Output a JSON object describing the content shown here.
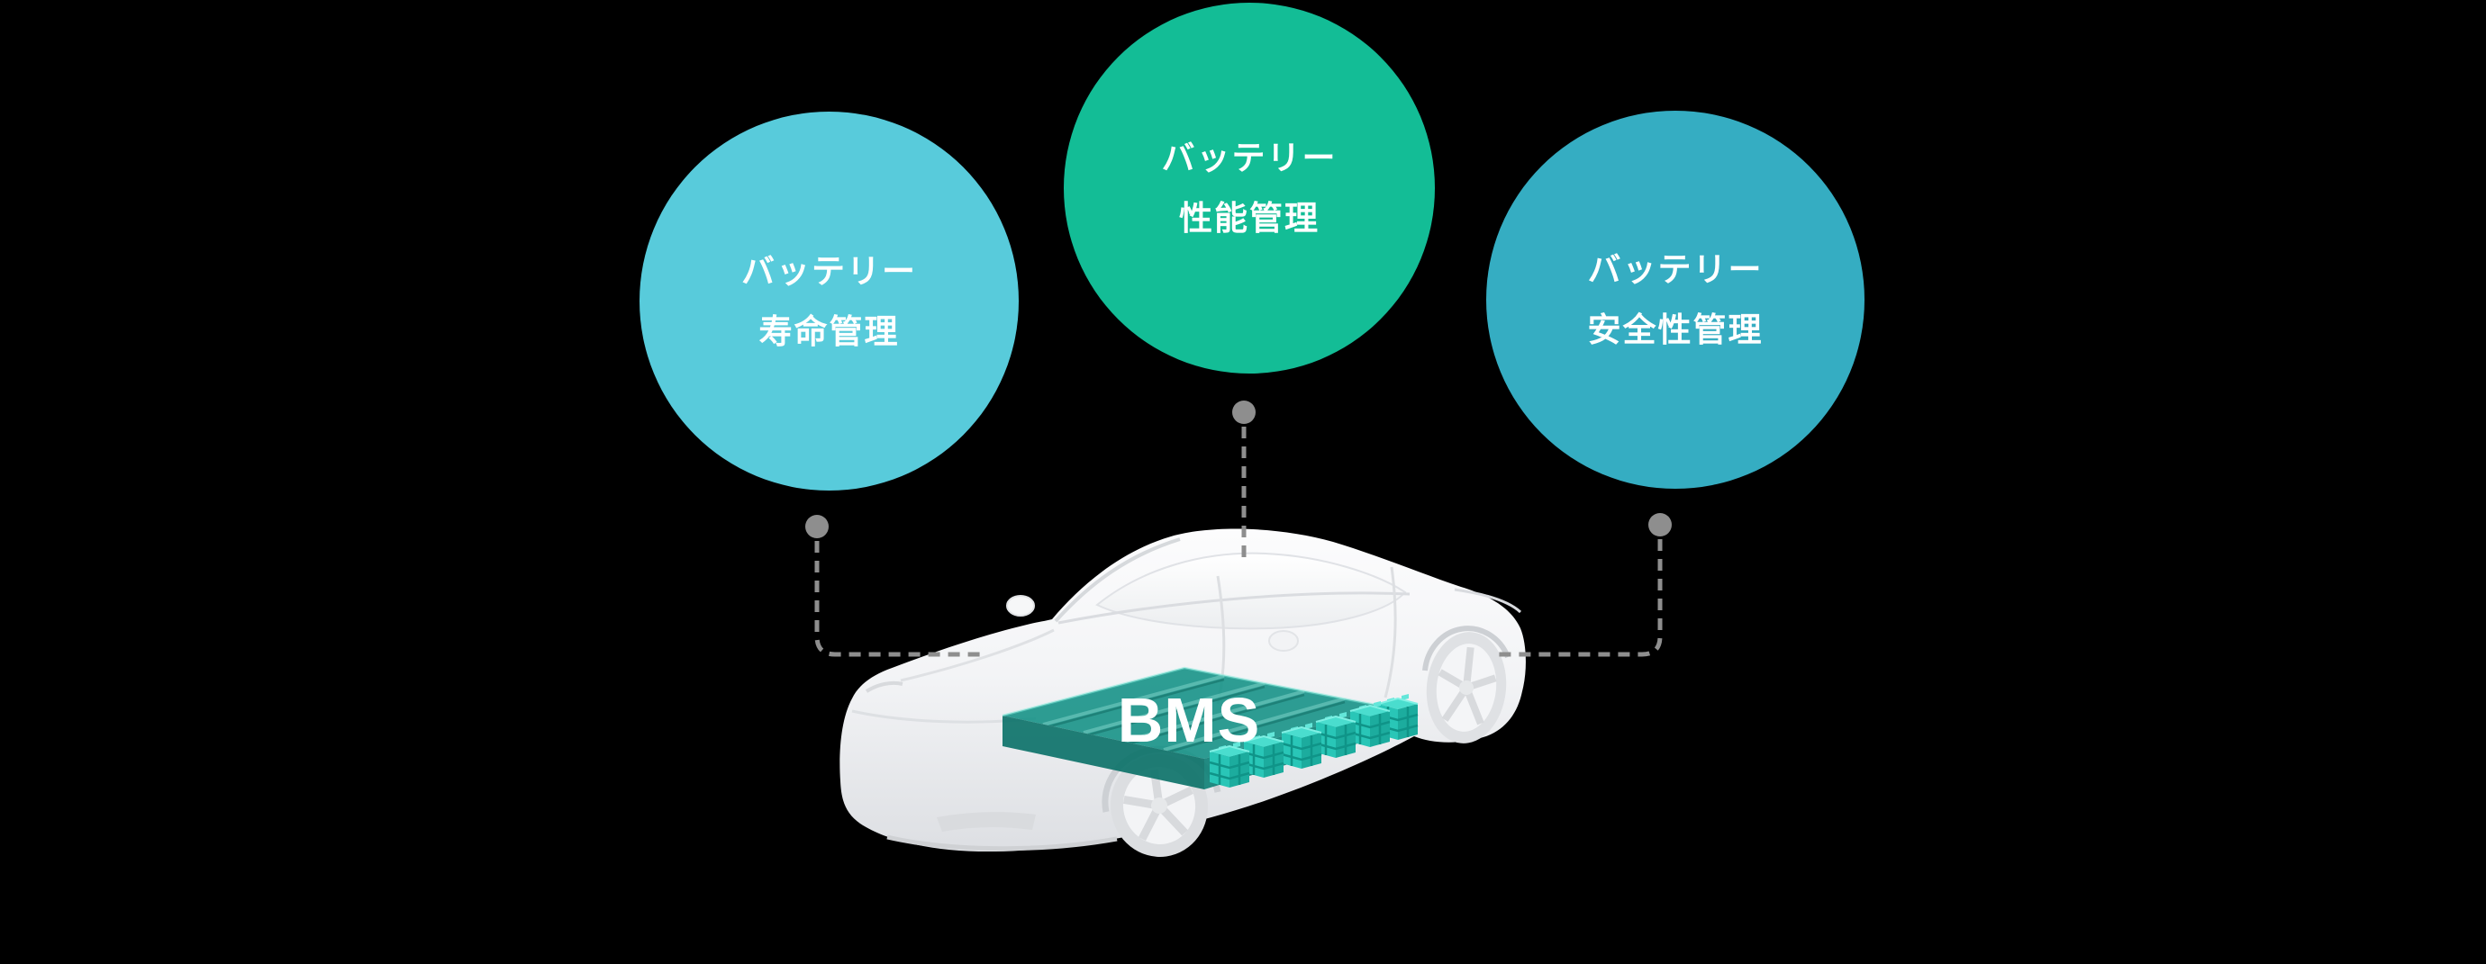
{
  "page": {
    "background": "#000000"
  },
  "diagram": {
    "bubbles": [
      {
        "id": "battery-life",
        "line1": "バッテリー",
        "line2": "寿命管理",
        "color": "#58CBDB"
      },
      {
        "id": "battery-performance",
        "line1": "バッテリー",
        "line2": "性能管理",
        "color": "#13BD96"
      },
      {
        "id": "battery-safety",
        "line1": "バッテリー",
        "line2": "安全性管理",
        "color": "#35ADC2"
      }
    ],
    "car_label": "BMS",
    "connector": {
      "color": "#8E8E8E"
    },
    "battery_pack": {
      "top_color": "#0D8E82",
      "cell_color": "#2BD0C2"
    }
  }
}
